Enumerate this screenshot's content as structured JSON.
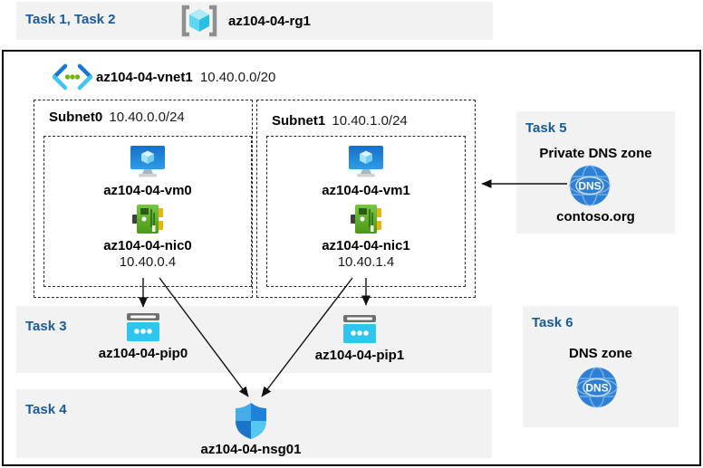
{
  "header": {
    "tasks": "Task 1, Task 2",
    "resource_group": "az104-04-rg1"
  },
  "vnet": {
    "name": "az104-04-vnet1",
    "cidr": "10.40.0.0/20"
  },
  "subnets": [
    {
      "name": "Subnet0",
      "cidr": "10.40.0.0/24",
      "vm": "az104-04-vm0",
      "nic": "az104-04-nic0",
      "ip": "10.40.0.4"
    },
    {
      "name": "Subnet1",
      "cidr": "10.40.1.0/24",
      "vm": "az104-04-vm1",
      "nic": "az104-04-nic1",
      "ip": "10.40.1.4"
    }
  ],
  "task3": {
    "label": "Task 3",
    "pip0": "az104-04-pip0",
    "pip1": "az104-04-pip1"
  },
  "task4": {
    "label": "Task 4",
    "nsg": "az104-04-nsg01"
  },
  "task5": {
    "label": "Task 5",
    "title": "Private DNS zone",
    "zone": "contoso.org",
    "dns_icon_text": "DNS"
  },
  "task6": {
    "label": "Task 6",
    "title": "DNS zone",
    "dns_icon_text": "DNS"
  },
  "colors": {
    "task_label": "#1a5a96",
    "panel": "#f2f2f2",
    "accent_blue": "#2e80d4",
    "nic_green": "#5fb32a",
    "pip_cyan": "#2ec6ee"
  }
}
